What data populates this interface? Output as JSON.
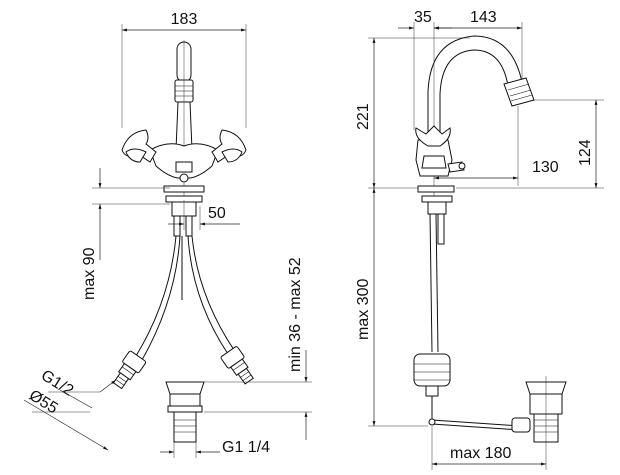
{
  "front_view": {
    "dim_width": "183",
    "dim_spout_offset": "50",
    "dim_height_max": "max 90",
    "dim_hose_range": "min 36 - max 52",
    "dim_thread_inlet": "G1/2",
    "dim_diameter": "Ø55",
    "dim_drain_thread": "G1 1/4"
  },
  "side_view": {
    "dim_back_offset": "35",
    "dim_reach": "143",
    "dim_total_height": "221",
    "dim_outlet_height": "124",
    "dim_lever_reach": "130",
    "dim_below_max": "max 300",
    "dim_drain_reach": "max 180"
  }
}
